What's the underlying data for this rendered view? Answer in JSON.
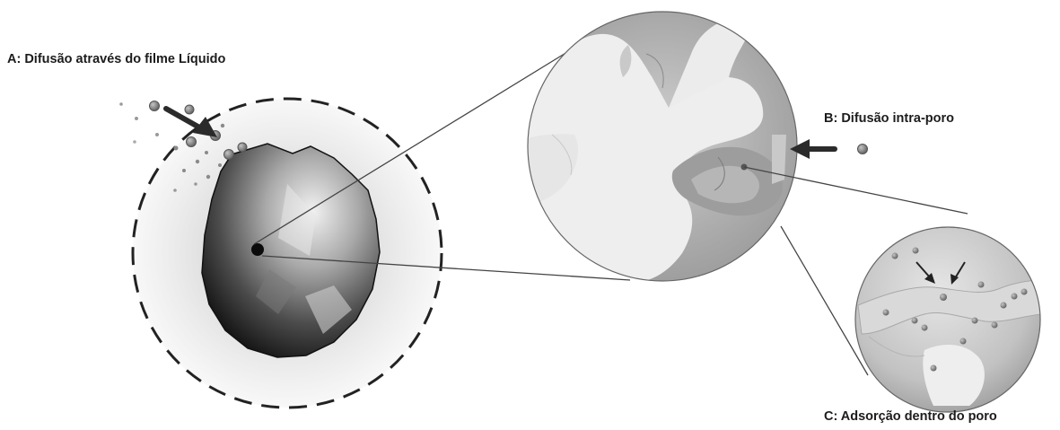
{
  "labels": {
    "a": "A: Difusão através do filme Líquido",
    "b": "B: Difusão intra-poro",
    "c": "C: Adsorção dentro do poro"
  },
  "colors": {
    "background": "#ffffff",
    "text": "#1c1c1c",
    "pore_wall": "#8a8a8a",
    "pore_channel": "#eeeeee",
    "particle": "#808080",
    "arrow": "#2b2b2b",
    "film_boundary": "#222222"
  },
  "icons": [
    "arrow-icon",
    "adsorbate-particle-icon"
  ]
}
